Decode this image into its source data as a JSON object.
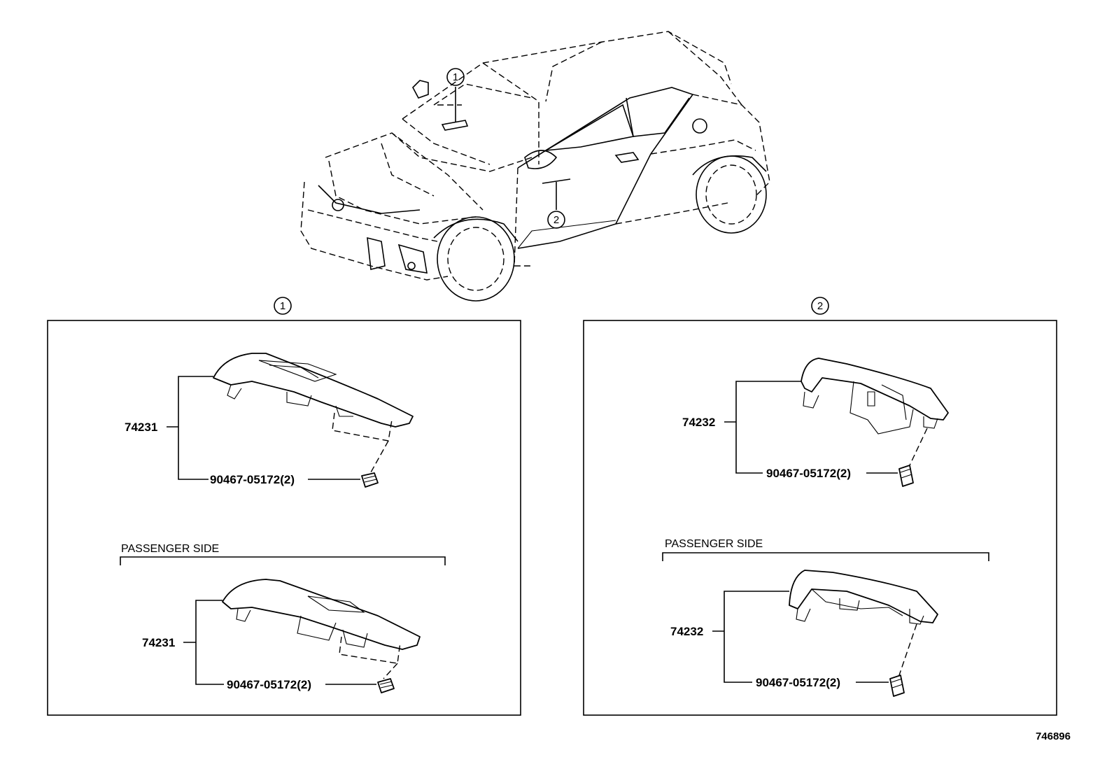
{
  "callouts": {
    "c1": "1",
    "c2": "2"
  },
  "panel_left": {
    "callout": "1",
    "upper": {
      "part_no": "74231",
      "screw": "90467-05172(2)"
    },
    "section_label": "PASSENGER SIDE",
    "lower": {
      "part_no": "74231",
      "screw": "90467-05172(2)"
    }
  },
  "panel_right": {
    "callout": "2",
    "upper": {
      "part_no": "74232",
      "screw": "90467-05172(2)"
    },
    "section_label": "PASSENGER SIDE",
    "lower": {
      "part_no": "74232",
      "screw": "90467-05172(2)"
    }
  },
  "illustration_id": "746896"
}
